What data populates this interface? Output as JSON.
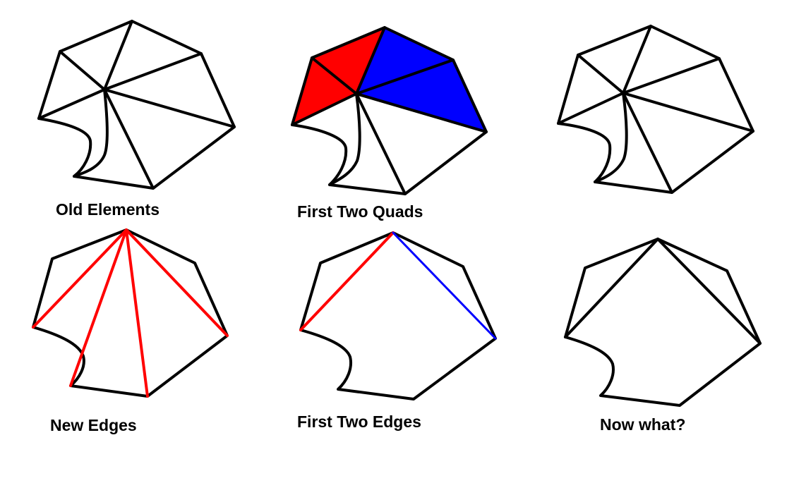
{
  "labels": {
    "old_elements": "Old Elements",
    "first_two_quads": "First Two Quads",
    "new_edges": "New Edges",
    "first_two_edges": "First Two Edges",
    "now_what": "Now what?"
  },
  "colors": {
    "line": "#000000",
    "highlight_red": "#ff0000",
    "highlight_blue": "#0000ff"
  }
}
